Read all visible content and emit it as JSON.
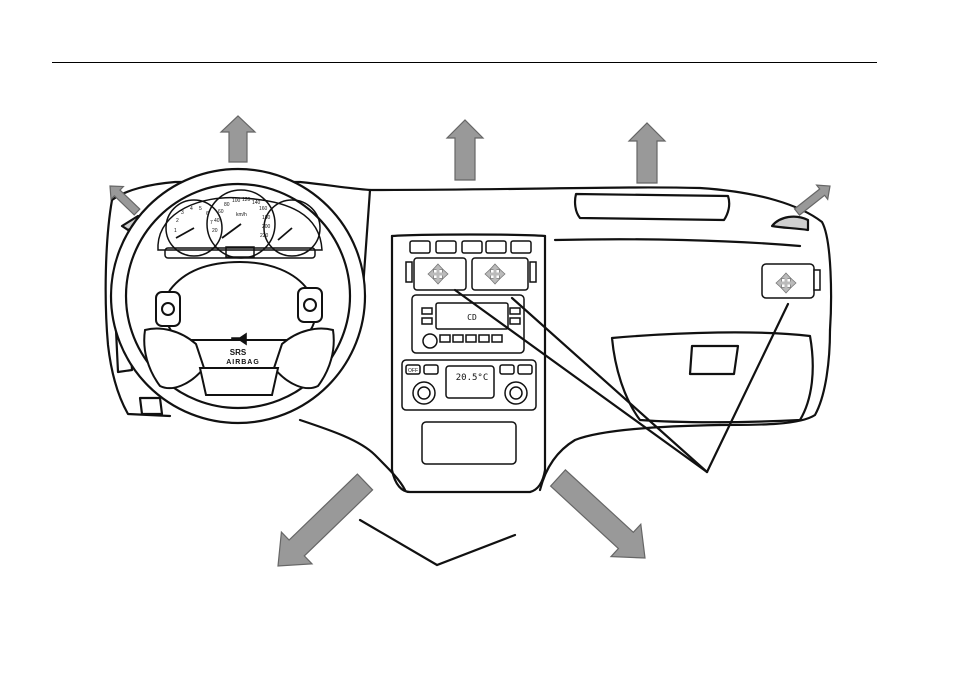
{
  "diagram": {
    "airbag_label_top": "SRS",
    "airbag_label_bottom": "AIRBAG",
    "climate_display": "20.5°C",
    "radio_display": "CD",
    "speedometer_unit": "km/h",
    "speedometer_ticks": [
      "20",
      "40",
      "60",
      "80",
      "100",
      "120",
      "140",
      "160",
      "180",
      "200",
      "220"
    ],
    "tachometer_ticks": [
      "1",
      "2",
      "3",
      "4",
      "5",
      "6",
      "7"
    ],
    "button_off": "OFF"
  },
  "colors": {
    "arrow_fill": "#999999",
    "arrow_stroke": "#666666",
    "line": "#111111",
    "vent_grey": "#bbbbbb"
  }
}
